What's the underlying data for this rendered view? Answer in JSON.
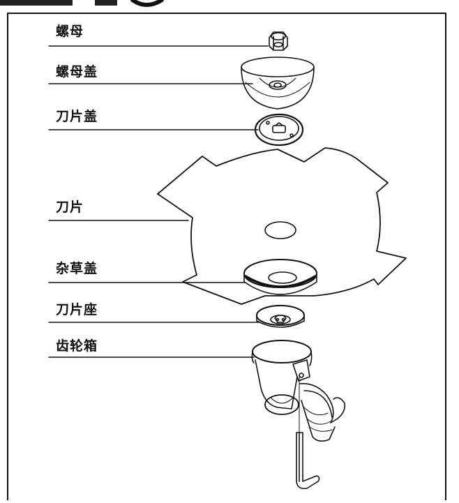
{
  "parts": {
    "nut": "螺母",
    "nut_cover": "螺母盖",
    "blade_cover": "刀片盖",
    "blade": "刀片",
    "grass_cover": "杂草盖",
    "blade_seat": "刀片座",
    "gearbox": "齿轮箱"
  },
  "colors": {
    "line": "#111111",
    "background": "#ffffff",
    "top_bar": "#222222"
  }
}
